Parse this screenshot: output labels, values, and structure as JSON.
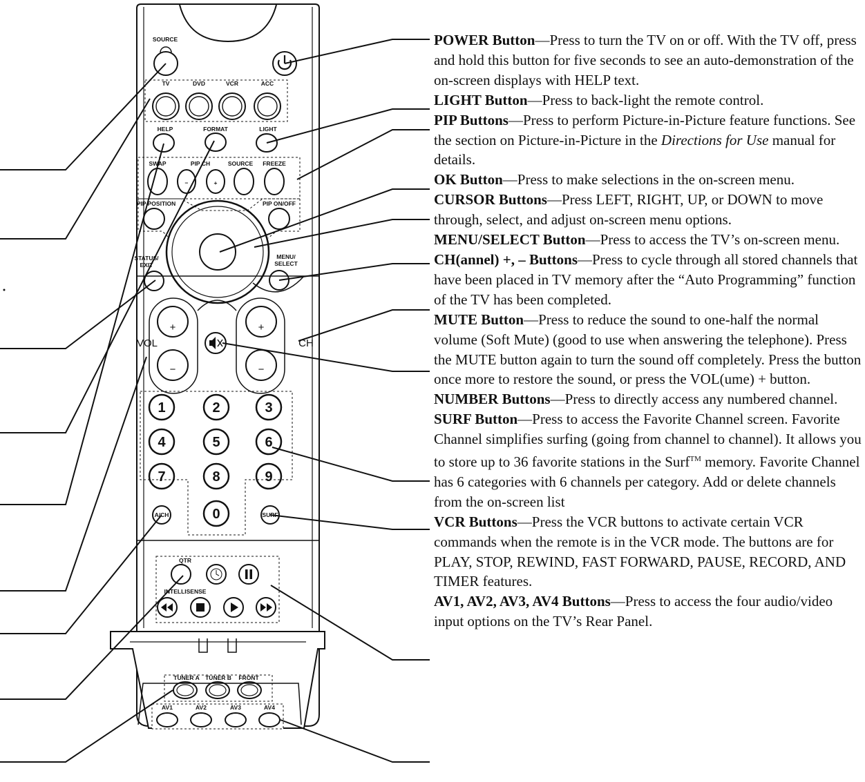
{
  "remote": {
    "source": "SOURCE",
    "modes": [
      "TV",
      "DVD",
      "VCR",
      "ACC"
    ],
    "help": "HELP",
    "format": "FORMAT",
    "light": "LIGHT",
    "swap": "SWAP",
    "pip_ch": "PIP CH",
    "pip_source": "SOURCE",
    "freeze": "FREEZE",
    "pip_position": "PIP POSITION",
    "pip_onoff": "PIP ON/OFF",
    "status_exit_1": "STATUS/",
    "status_exit_2": "EXIT",
    "menu_select_1": "MENU/",
    "menu_select_2": "SELECT",
    "vol": "VOL",
    "ch": "CH",
    "numbers": [
      "1",
      "2",
      "3",
      "4",
      "5",
      "6",
      "7",
      "8",
      "9"
    ],
    "zero": "0",
    "ach": "A/CH",
    "surf": "SURF",
    "qtr": "QTR",
    "intellisense": "INTELLISENSE",
    "tuner_a": "TUNER A",
    "tuner_b": "TUNER B",
    "front": "FRONT",
    "av": [
      "AV1",
      "AV2",
      "AV3",
      "AV4"
    ]
  },
  "callouts": [
    {
      "title": "POWER Button",
      "text": "—Press to turn the TV on or off. With the TV off, press and hold this button for five seconds to see an auto-demonstration of the on-screen displays with HELP text."
    },
    {
      "title": "LIGHT Button",
      "text": "—Press to back-light the remote control."
    },
    {
      "title": "PIP Buttons",
      "text": "—Press to perform Picture-in-Picture feature functions. See the section on Picture-in-Picture in the ",
      "italic": "Directions for Use",
      "text_after": " manual for details."
    },
    {
      "title": "OK Button",
      "text": "—Press to make selections in the on-screen menu."
    },
    {
      "title": "CURSOR Buttons",
      "text": "—Press LEFT, RIGHT, UP, or DOWN to move through, select, and adjust on-screen menu options."
    },
    {
      "title": "MENU/SELECT Button",
      "text": "—Press to access the TV’s on-screen menu."
    },
    {
      "title": "CH(annel) +, – Buttons",
      "text": "—Press to cycle through all stored channels that have been placed in TV memory after the “Auto Programming” function of the TV has been completed."
    },
    {
      "title": "MUTE Button",
      "text": "—Press to reduce the sound to one-half the normal volume (Soft Mute) (good to use when answering the telephone). Press the MUTE button again to turn the sound off completely. Press the button once more to restore the sound, or press the VOL(ume) + button."
    },
    {
      "title": "NUMBER Buttons",
      "text": "—Press to directly access any numbered channel."
    },
    {
      "title": "SURF Button",
      "text": "—Press to access the Favorite Channel screen. Favorite Channel simplifies surfing (going from channel to channel). It allows you to store up to 36 favorite stations in the Surf",
      "sup": "TM",
      "text_after": " memory. Favorite Channel has 6 categories with 6 channels per category. Add or delete channels from the on-screen list"
    },
    {
      "title": "VCR Buttons",
      "text": "—Press the VCR buttons to activate certain VCR commands when the remote is in the VCR mode. The buttons are for PLAY, STOP, REWIND, FAST FORWARD, PAUSE, RECORD, AND TIMER features."
    },
    {
      "title": "AV1, AV2, AV3, AV4 Buttons",
      "text": "—Press to access the four audio/video input options on the TV’s Rear Panel."
    }
  ]
}
